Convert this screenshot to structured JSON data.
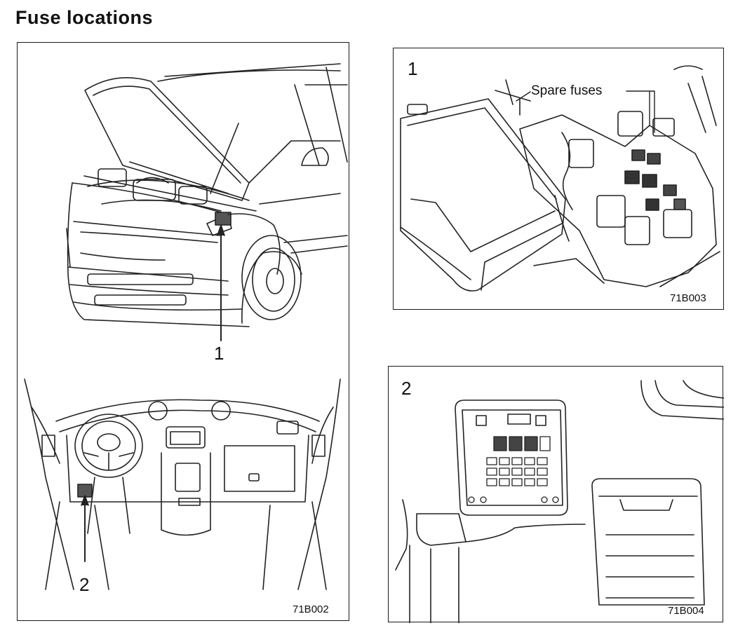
{
  "page": {
    "title": "Fuse locations"
  },
  "panel_main": {
    "engine_label": "1",
    "interior_label": "2",
    "figure_code": "71B002"
  },
  "panel_1": {
    "number": "1",
    "callout": "Spare fuses",
    "figure_code": "71B003"
  },
  "panel_2": {
    "number": "2",
    "figure_code": "71B004"
  }
}
